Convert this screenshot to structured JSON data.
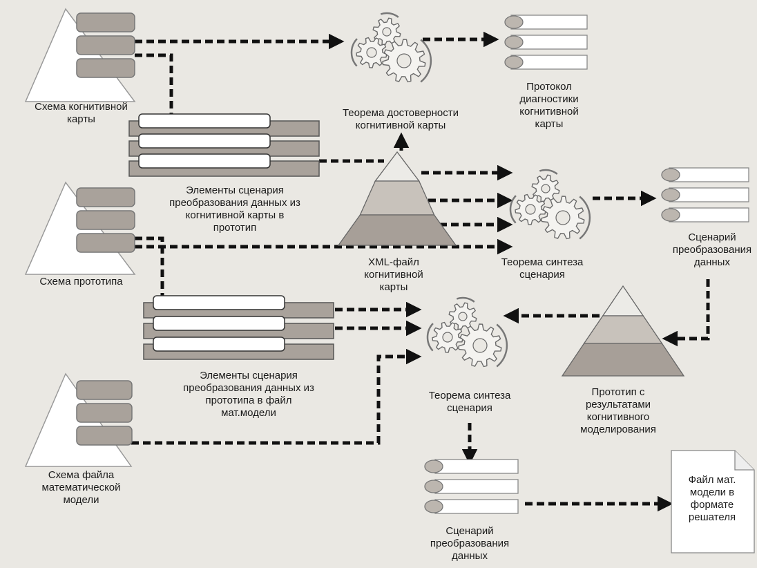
{
  "colors": {
    "background": "#eae8e3",
    "arrow": "#111111",
    "tier_top": "#ecebe7",
    "tier_mid": "#c8c2bb",
    "tier_bottom": "#a79f98",
    "bar_fill": "#a9a29b",
    "oval_fill": "#bcb6af",
    "gear_fill": "#f4f3f0",
    "gear_stroke": "#6a6a6a"
  },
  "labels": {
    "cognitive_map_schema": "Схема когнитивной\nкарты",
    "prototype_schema": "Схема прототипа",
    "math_model_schema": "Схема файла\nматематической\nмодели",
    "reliability_theorem": "Теорема достоверности\nкогнитивной карты",
    "diagnostics_protocol": "Протокол\nдиагностики\nкогнитивной\nкарты",
    "elements_map_to_prototype": "Элементы сценария\nпреобразования данных из\nкогнитивной карты в\nпрототип",
    "xml_file": "XML-файл\nкогнитивной\nкарты",
    "synthesis_theorem_1": "Теорема синтеза\nсценария",
    "scenario_1": "Сценарий\nпреобразования\nданных",
    "elements_prototype_to_model": "Элементы сценария\nпреобразования данных из\nпрототипа в файл\nмат.модели",
    "synthesis_theorem_2": "Теорема синтеза\nсценария",
    "prototype_results": "Прототип с\nрезультатами\nкогнитивного\nмоделирования",
    "scenario_2": "Сценарий\nпреобразования\nданных",
    "model_file": "Файл мат.\nмодели в\nформате\nрешателя"
  }
}
